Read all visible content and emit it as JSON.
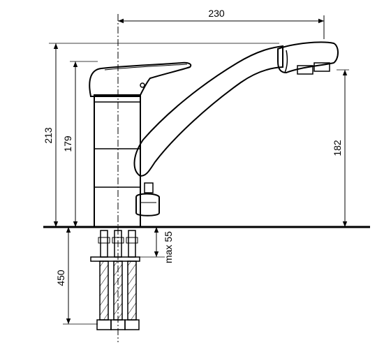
{
  "drawing": {
    "dimensions": {
      "spout_reach": "230",
      "total_height": "213",
      "body_height": "179",
      "spout_height": "182",
      "max_counter_thickness": "max 55",
      "hose_length": "450"
    },
    "colors": {
      "line": "#000000",
      "background": "#ffffff"
    }
  }
}
